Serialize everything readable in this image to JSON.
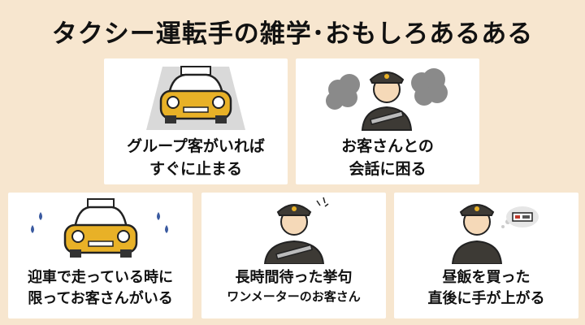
{
  "title": "タクシー運転手の雑学･おもしろあるある",
  "cards": [
    {
      "line1": "グループ客がいれば",
      "line2": "すぐに止まる",
      "image": "taxi-front-headlights"
    },
    {
      "line1": "お客さんとの",
      "line2": "会話に困る",
      "image": "driver-gray-clouds"
    },
    {
      "line1": "迎車で走っている時に",
      "line2": "限ってお客さんがいる",
      "image": "taxi-front-sweating"
    },
    {
      "line1": "長時間待った挙句",
      "line2": "ワンメーターのお客さん",
      "image": "driver-tired"
    },
    {
      "line1": "昼飯を買った",
      "line2": "直後に手が上がる",
      "image": "driver-thinking-bento"
    }
  ],
  "colors": {
    "background": "#f7e6cf",
    "taxi": "#e8b127",
    "uniform": "#3d3a35"
  }
}
